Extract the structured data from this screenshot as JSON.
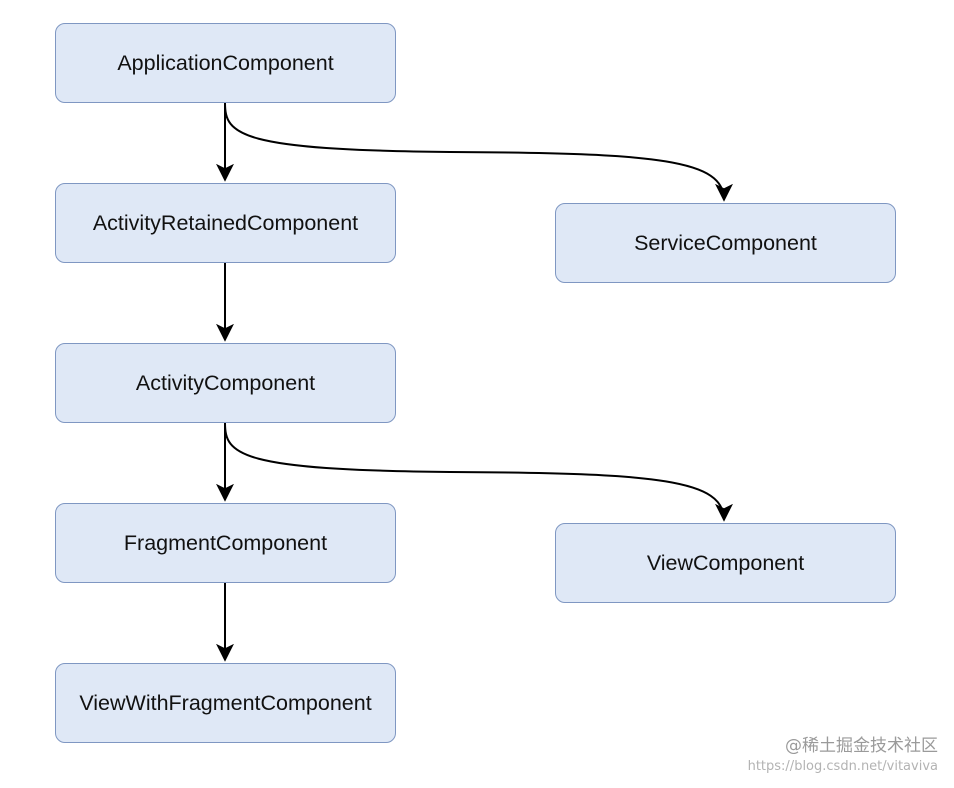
{
  "nodes": {
    "application": "ApplicationComponent",
    "activity_retained": "ActivityRetainedComponent",
    "activity": "ActivityComponent",
    "fragment": "FragmentComponent",
    "view_with_fragment": "ViewWithFragmentComponent",
    "service": "ServiceComponent",
    "view": "ViewComponent"
  },
  "edges": [
    {
      "from": "ApplicationComponent",
      "to": "ActivityRetainedComponent"
    },
    {
      "from": "ApplicationComponent",
      "to": "ServiceComponent"
    },
    {
      "from": "ActivityRetainedComponent",
      "to": "ActivityComponent"
    },
    {
      "from": "ActivityComponent",
      "to": "FragmentComponent"
    },
    {
      "from": "ActivityComponent",
      "to": "ViewComponent"
    },
    {
      "from": "FragmentComponent",
      "to": "ViewWithFragmentComponent"
    }
  ],
  "watermark": {
    "source": "@稀土掘金技术社区",
    "url": "https://blog.csdn.net/vitaviva"
  },
  "colors": {
    "node_fill": "#dfe8f6",
    "node_border": "#7f97c2",
    "edge": "#000000"
  }
}
